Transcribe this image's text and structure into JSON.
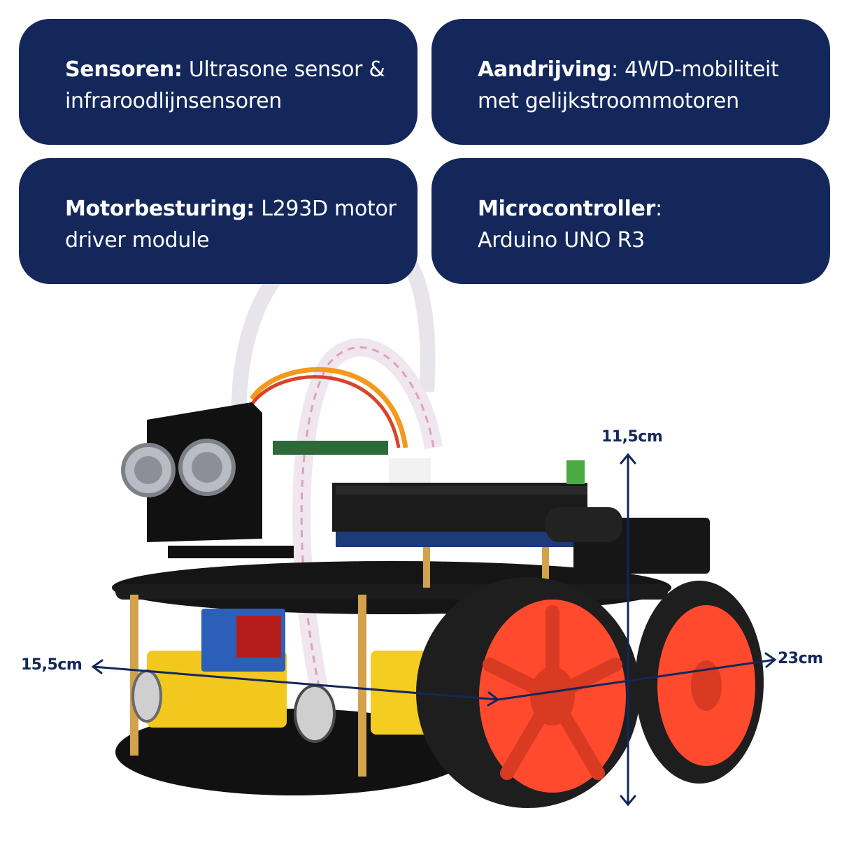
{
  "cards": [
    {
      "label": "Sensoren:",
      "text": " Ultrasone sensor & infraroodlijnsensoren"
    },
    {
      "label": "Aandrijving",
      "colon": ":",
      "text": " 4WD-mobiliteit met gelijkstroommotoren"
    },
    {
      "label": "Motorbesturing:",
      "text": " L293D motor driver module"
    },
    {
      "label": "Microcontroller",
      "colon": ":",
      "text": " Arduino UNO R3"
    }
  ],
  "dimensions": {
    "height": "11,5cm",
    "length": "15,5cm",
    "width": "23cm"
  },
  "colors": {
    "card_background": "#13275b",
    "card_text": "#ffffff",
    "dimension_color": "#13275b",
    "wheel_rim": "#ff4a2e",
    "tire": "#1e1e1e"
  }
}
